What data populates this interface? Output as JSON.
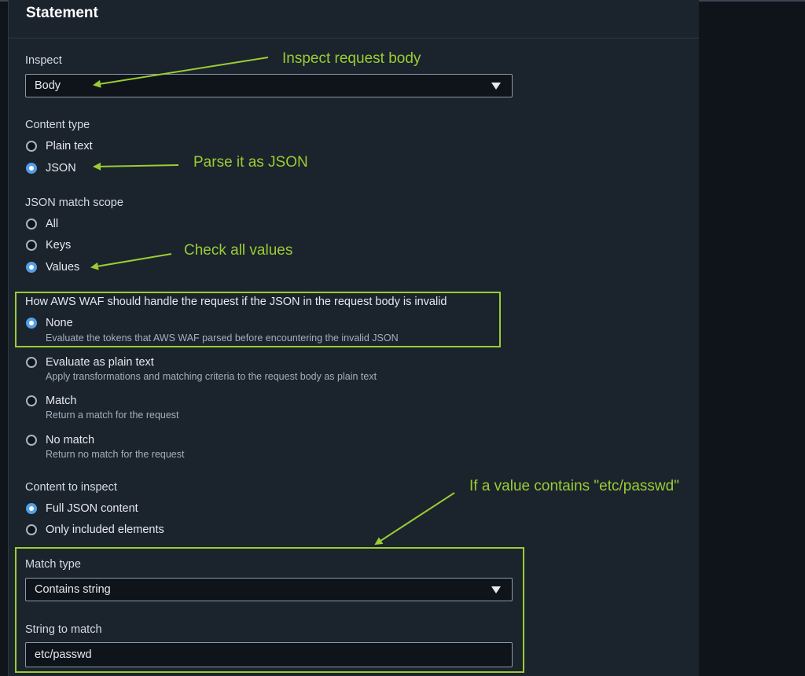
{
  "statement": {
    "title": "Statement",
    "inspect": {
      "label": "Inspect",
      "selected": "Body"
    },
    "content_type": {
      "label": "Content type",
      "options": [
        {
          "label": "Plain text",
          "checked": false
        },
        {
          "label": "JSON",
          "checked": true
        }
      ]
    },
    "json_match_scope": {
      "label": "JSON match scope",
      "options": [
        {
          "label": "All",
          "checked": false
        },
        {
          "label": "Keys",
          "checked": false
        },
        {
          "label": "Values",
          "checked": true
        }
      ]
    },
    "invalid_json_handling": {
      "label": "How AWS WAF should handle the request if the JSON in the request body is invalid",
      "options": [
        {
          "label": "None",
          "description": "Evaluate the tokens that AWS WAF parsed before encountering the invalid JSON",
          "checked": true
        },
        {
          "label": "Evaluate as plain text",
          "description": "Apply transformations and matching criteria to the request body as plain text",
          "checked": false
        },
        {
          "label": "Match",
          "description": "Return a match for the request",
          "checked": false
        },
        {
          "label": "No match",
          "description": "Return no match for the request",
          "checked": false
        }
      ]
    },
    "content_to_inspect": {
      "label": "Content to inspect",
      "options": [
        {
          "label": "Full JSON content",
          "checked": true
        },
        {
          "label": "Only included elements",
          "checked": false
        }
      ]
    },
    "match_type": {
      "label": "Match type",
      "selected": "Contains string"
    },
    "string_to_match": {
      "label": "String to match",
      "value": "etc/passwd"
    }
  },
  "annotations": {
    "inspect_body": "Inspect request body",
    "parse_json": "Parse it as JSON",
    "check_values": "Check all values",
    "contains_passwd": "If a value contains \"etc/passwd\""
  },
  "colors": {
    "annotation": "#9acd32",
    "radio_selected": "#539fe5",
    "panel_bg": "#1b232d",
    "page_bg": "#0f141b"
  }
}
